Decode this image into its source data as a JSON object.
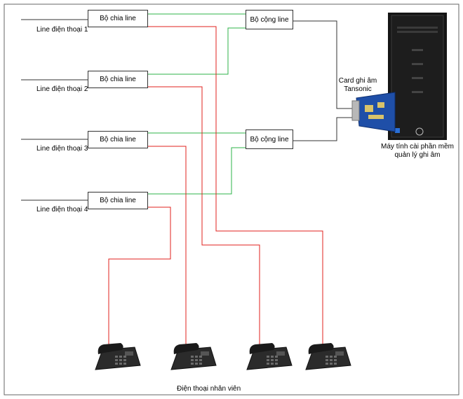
{
  "splitters": [
    "Bộ chia line",
    "Bộ chia line",
    "Bộ chia line",
    "Bộ chia line"
  ],
  "combiners": [
    "Bộ cộng line",
    "Bộ cộng line"
  ],
  "phone_lines": [
    "Line điện thoại 1",
    "Line điện thoại 2",
    "Line điện thoại 3",
    "Line điện thoại 4"
  ],
  "card_label": "Card ghi âm\nTansonic",
  "pc_label": "Máy tính cài phần mềm\nquản lý ghi âm",
  "phones_label": "Điện thoại nhân viên",
  "colors": {
    "green": "#2db34a",
    "red": "#e0201e",
    "wire": "#333333",
    "pc": "#151515",
    "card": "#1f4fa8"
  }
}
